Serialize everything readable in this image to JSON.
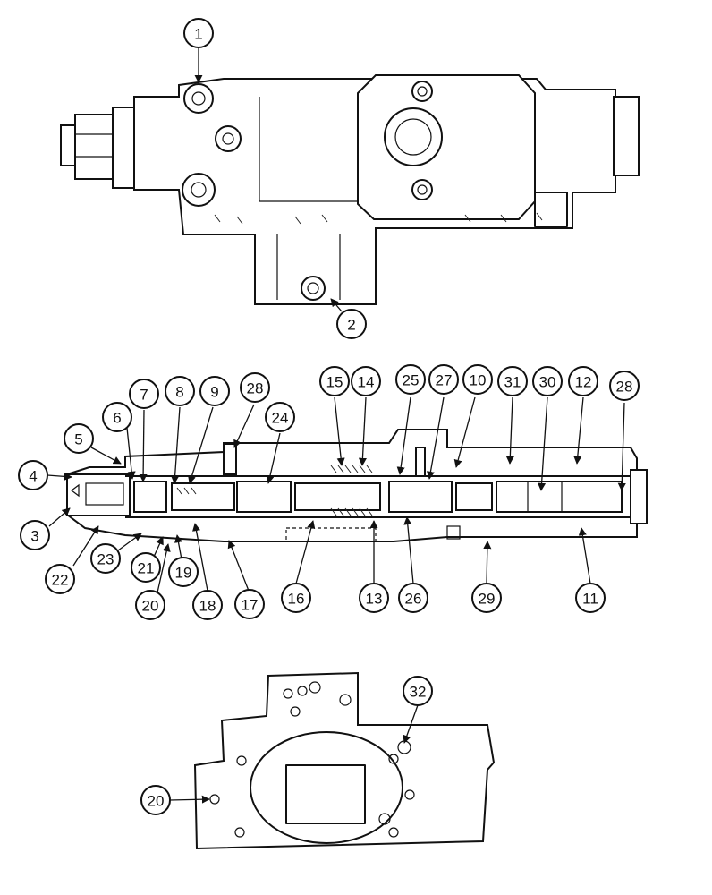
{
  "figure": {
    "ink_color": "#111111",
    "paper_color": "#ffffff"
  },
  "views": {
    "top_view": {
      "callouts": [
        "1",
        "2"
      ]
    },
    "section_view": {
      "callouts_top": [
        "7",
        "8",
        "9",
        "28",
        "24",
        "15",
        "14",
        "25",
        "27",
        "10",
        "31",
        "30",
        "12",
        "28"
      ],
      "callouts_left": [
        "6",
        "5",
        "4",
        "3"
      ],
      "callouts_bottom": [
        "23",
        "21",
        "22",
        "19",
        "20",
        "18",
        "17",
        "16",
        "13",
        "26",
        "29",
        "11"
      ]
    },
    "gasket_view": {
      "callouts": [
        "32",
        "20"
      ]
    }
  }
}
